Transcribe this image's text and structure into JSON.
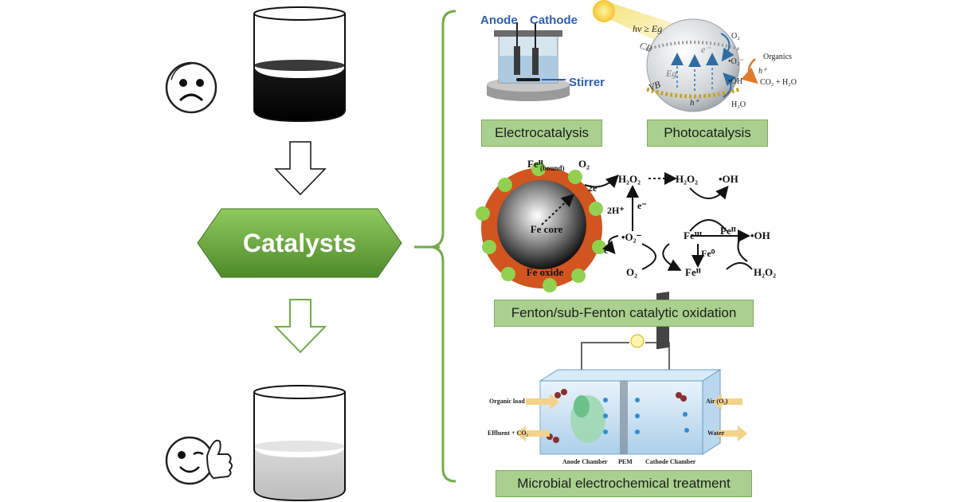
{
  "center": {
    "title": "Catalysts"
  },
  "processes": {
    "electro": {
      "label": "Electrocatalysis",
      "anode": "Anode",
      "cathode": "Cathode",
      "stirrer": "Stirrer"
    },
    "photo": {
      "label": "Photocatalysis",
      "hv": "hν ≥ Eg",
      "cb": "CB",
      "vb": "VB",
      "eg": "Eg",
      "e": "e⁻",
      "h": "h⁺",
      "o2": "O₂",
      "o2rad": "•O₂⁻",
      "organics": "Organics",
      "h_plus": "h⁺",
      "oh": "•OH",
      "products": "CO₂ + H₂O",
      "h2o": "H₂O"
    },
    "fenton": {
      "label": "Fenton/sub-Fenton catalytic oxidation",
      "fe_bound": "Feᴵᴵ",
      "bound": "(bound)",
      "core": "Fe core",
      "oxide": "Fe oxide",
      "o2": "O₂",
      "two_e": "2e⁻",
      "h2o2_a": "H₂O₂",
      "h2o2_b": "H₂O₂",
      "oh_top": "•OH",
      "two_h": "2H⁺",
      "e1": "e⁻",
      "o2rad": "•O₂⁻",
      "e2": "e⁻",
      "fe3": "Feᴵᴵᴵ",
      "fe2_top": "Feᴵᴵ",
      "oh_right": "•OH",
      "fe0": "Fe⁰",
      "o2_bottom": "O₂",
      "fe2_bottom": "Feᴵᴵ",
      "h2o2_c": "H₂O₂"
    },
    "microbial": {
      "label": "Microbial electrochemical treatment",
      "organic_load": "Organic load",
      "effluent": "Effluent + CO₂",
      "anode_chamber": "Anode Chamber",
      "pem": "PEM",
      "cathode_chamber": "Cathode Chamber",
      "air": "Air (O₂)",
      "water": "Water"
    }
  },
  "colors": {
    "green": "#70ad47",
    "green_dark": "#548235",
    "label_bg": "#a9d08e",
    "blue_label": "#2e5fb0",
    "oxide": "#d2541e",
    "dot": "#92d050"
  }
}
